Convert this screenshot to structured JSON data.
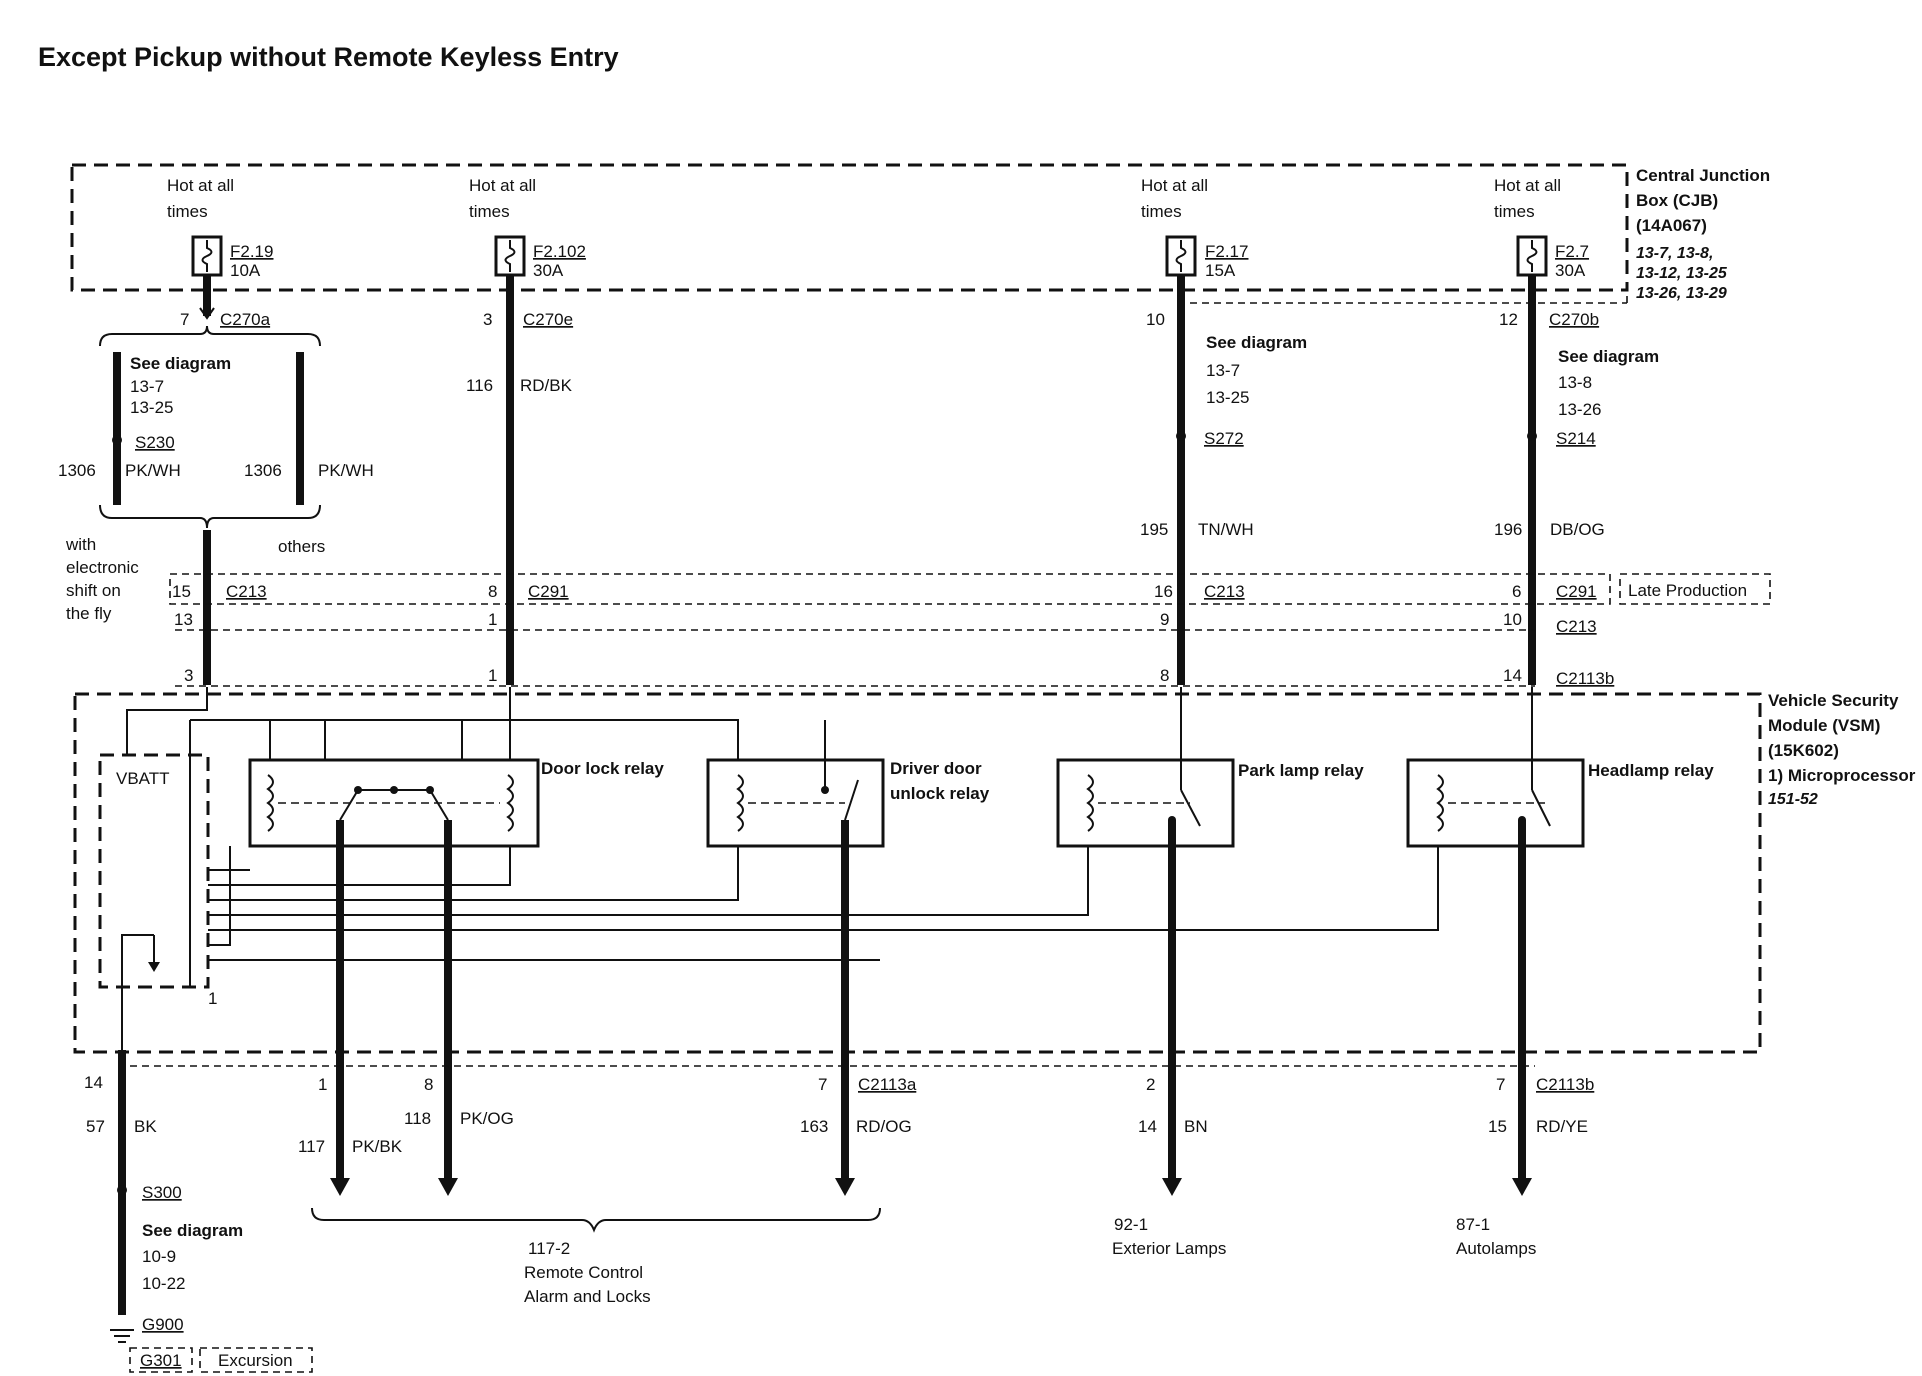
{
  "title": "Except Pickup without Remote Keyless Entry",
  "cjb": {
    "lines": [
      "Central Junction",
      "Box (CJB)",
      "(14A067)"
    ],
    "refs": [
      "13-7, 13-8,",
      "13-12, 13-25",
      "13-26, 13-29"
    ],
    "hot_line1": "Hot at all",
    "hot_line2": "times"
  },
  "fuses": [
    {
      "id": "F2.19",
      "amps": "10A"
    },
    {
      "id": "F2.102",
      "amps": "30A"
    },
    {
      "id": "F2.17",
      "amps": "15A"
    },
    {
      "id": "F2.7",
      "amps": "30A"
    }
  ],
  "connectors_top": [
    {
      "pin": "7",
      "name": "C270a"
    },
    {
      "pin": "3",
      "name": "C270e"
    },
    {
      "pin": "10",
      "name": ""
    },
    {
      "pin": "12",
      "name": "C270b"
    }
  ],
  "circuits_upper": [
    {
      "num": "116",
      "color": "RD/BK"
    },
    {
      "num": "195",
      "color": "TN/WH"
    },
    {
      "num": "196",
      "color": "DB/OG"
    }
  ],
  "left_branch": {
    "see": "See diagram",
    "refs": [
      "13-7",
      "13-25"
    ],
    "splice": "S230",
    "circ_a_num": "1306",
    "circ_a_color": "PK/WH",
    "circ_b_num": "1306",
    "circ_b_color": "PK/WH",
    "with_text": [
      "with",
      "electronic",
      "shift on",
      "the fly"
    ],
    "others": "others"
  },
  "branch_3": {
    "see": "See diagram",
    "refs": [
      "13-7",
      "13-25"
    ],
    "splice": "S272"
  },
  "branch_4": {
    "see": "See diagram",
    "refs": [
      "13-8",
      "13-26"
    ],
    "splice": "S214"
  },
  "late_production": "Late Production",
  "row_c213_a": {
    "pins": [
      "15",
      "8",
      "16",
      "6"
    ],
    "names": [
      "C213",
      "C291",
      "C213",
      "C291"
    ]
  },
  "row_c213_b": {
    "pins": [
      "13",
      "1",
      "9",
      "10"
    ],
    "name": "C213"
  },
  "row_c2113b_top": {
    "pins": [
      "3",
      "1",
      "8",
      "14"
    ],
    "name": "C2113b"
  },
  "vsm": {
    "lines": [
      "Vehicle Security",
      "Module (VSM)",
      "(15K602)",
      "1) Microprocessor"
    ],
    "ref": "151-52",
    "vbatt": "VBATT",
    "pin1": "1"
  },
  "relays": [
    {
      "line1": "Door lock relay",
      "line2": ""
    },
    {
      "line1": "Driver door",
      "line2": "unlock relay"
    },
    {
      "line1": "Park lamp relay",
      "line2": ""
    },
    {
      "line1": "Headlamp relay",
      "line2": ""
    }
  ],
  "outputs": [
    {
      "pin": "14",
      "num": "57",
      "color": "BK"
    },
    {
      "pin": "1",
      "num": "117",
      "color": "PK/BK"
    },
    {
      "pin": "8",
      "num": "118",
      "color": "PK/OG"
    },
    {
      "pin": "7",
      "num": "163",
      "color": "RD/OG",
      "connector": "C2113a"
    },
    {
      "pin": "2",
      "num": "14",
      "color": "BN"
    },
    {
      "pin": "7",
      "num": "15",
      "color": "RD/YE",
      "connector": "C2113b"
    }
  ],
  "ground": {
    "splice": "S300",
    "see": "See diagram",
    "refs": [
      "10-9",
      "10-22"
    ],
    "g900": "G900",
    "g301": "G301",
    "excursion": "Excursion"
  },
  "destinations": [
    {
      "ref": "117-2",
      "lines": [
        "Remote Control",
        "Alarm and Locks"
      ]
    },
    {
      "ref": "92-1",
      "lines": [
        "Exterior Lamps"
      ]
    },
    {
      "ref": "87-1",
      "lines": [
        "Autolamps"
      ]
    }
  ]
}
